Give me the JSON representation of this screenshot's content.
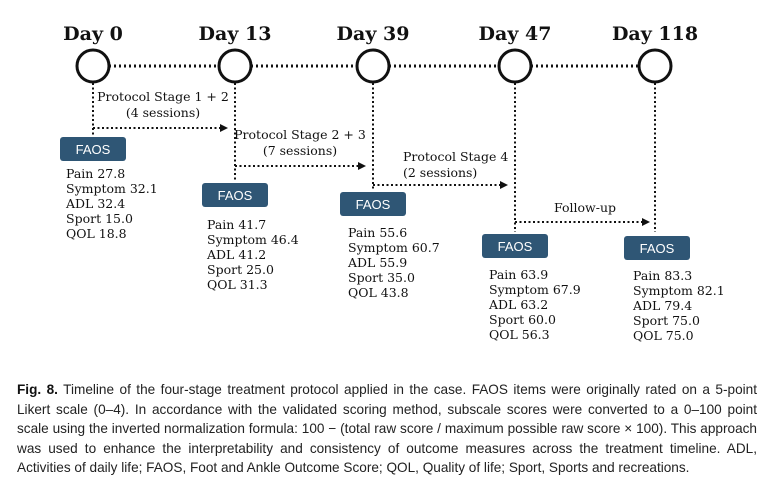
{
  "days": [
    {
      "label": "Day 0"
    },
    {
      "label": "Day 13"
    },
    {
      "label": "Day 39"
    },
    {
      "label": "Day 47"
    },
    {
      "label": "Day 118"
    }
  ],
  "stages": [
    {
      "line1": "Protocol Stage 1 + 2",
      "line2": "(4 sessions)"
    },
    {
      "line1": "Protocol Stage 2 + 3",
      "line2": "(7 sessions)"
    },
    {
      "line1": "Protocol Stage 4",
      "line2": "(2 sessions)"
    },
    {
      "line1": "Follow-up",
      "line2": ""
    }
  ],
  "faos_label": "FAOS",
  "scores": [
    {
      "pain": "Pain 27.8",
      "symptom": "Symptom 32.1",
      "adl": "ADL 32.4",
      "sport": "Sport 15.0",
      "qol": "QOL 18.8"
    },
    {
      "pain": "Pain 41.7",
      "symptom": "Symptom 46.4",
      "adl": "ADL 41.2",
      "sport": "Sport 25.0",
      "qol": "QOL 31.3"
    },
    {
      "pain": "Pain 55.6",
      "symptom": "Symptom 60.7",
      "adl": "ADL 55.9",
      "sport": "Sport 35.0",
      "qol": "QOL 43.8"
    },
    {
      "pain": "Pain 63.9",
      "symptom": "Symptom 67.9",
      "adl": "ADL 63.2",
      "sport": "Sport 60.0",
      "qol": "QOL 56.3"
    },
    {
      "pain": "Pain 83.3",
      "symptom": "Symptom 82.1",
      "adl": "ADL 79.4",
      "sport": "Sport 75.0",
      "qol": "QOL 75.0"
    }
  ],
  "caption": {
    "label": "Fig. 8.",
    "text": " Timeline of the four-stage treatment protocol applied in the case. FAOS items were originally rated on a 5-point Likert scale (0–4). In accordance with the validated scoring method, subscale scores were converted to a 0–100 point scale using the inverted normalization formula: 100 − (total raw score / maximum possible raw score × 100). This approach was used to enhance the interpretability and consistency of outcome measures across the treatment timeline. ADL, Activities of daily life; FAOS, Foot and Ankle Outcome Score; QOL, Quality of life; Sport, Sports and recreations."
  },
  "colors": {
    "faos_box": "#2f5675",
    "line": "#111111"
  }
}
